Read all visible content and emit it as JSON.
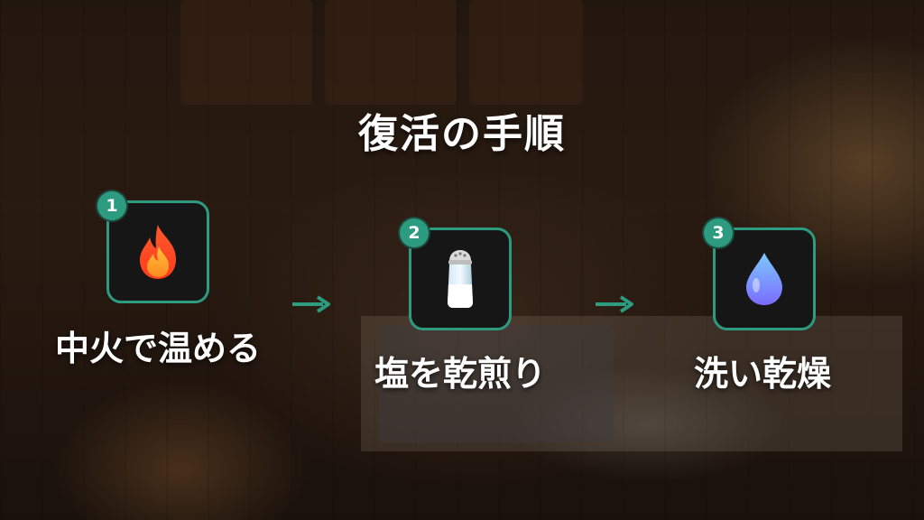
{
  "title": "復活の手順",
  "accent": "#2c9b80",
  "steps": [
    {
      "number": "1",
      "label": "中火で温める",
      "icon": "fire-icon"
    },
    {
      "number": "2",
      "label": "塩を乾煎り",
      "icon": "salt-shaker-icon"
    },
    {
      "number": "3",
      "label": "洗い乾燥",
      "icon": "water-drop-icon"
    }
  ]
}
